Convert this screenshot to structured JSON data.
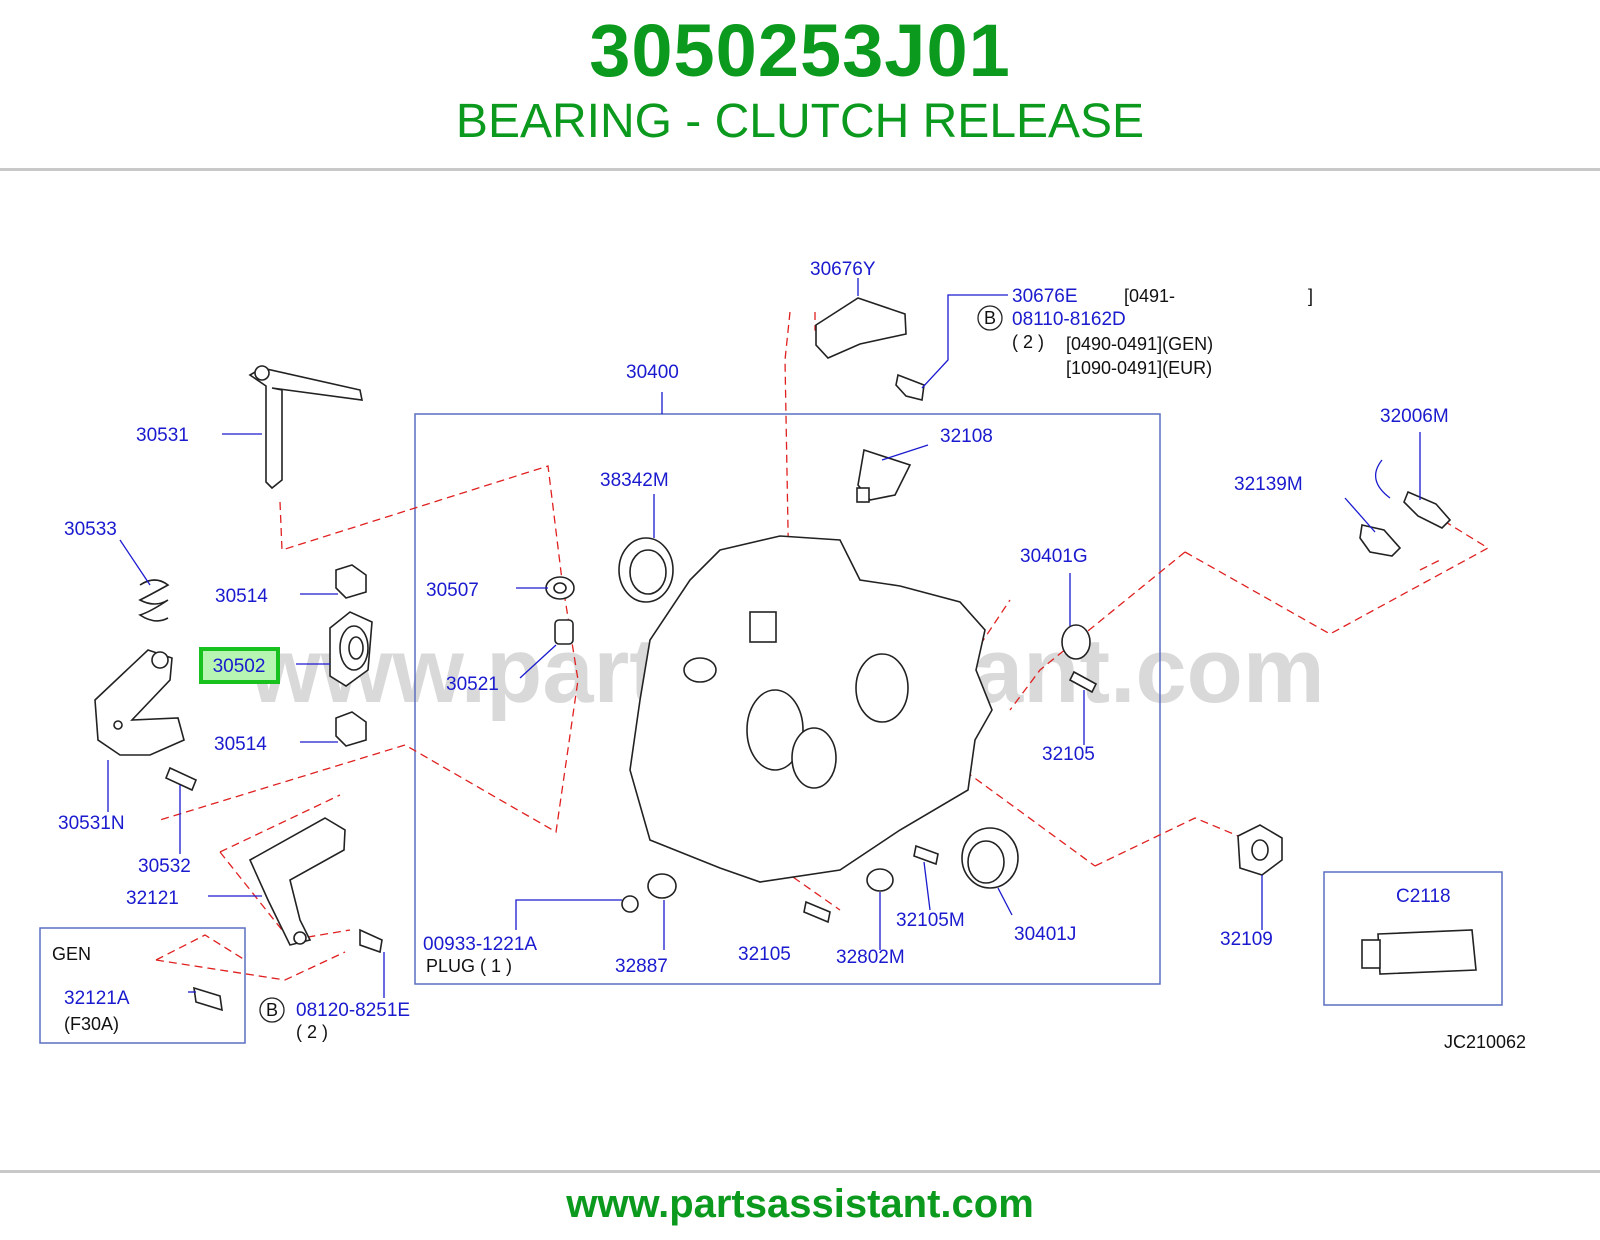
{
  "header": {
    "part_number": "3050253J01",
    "part_name": "BEARING - CLUTCH RELEASE"
  },
  "diagram": {
    "watermark": "www.partsassistant.com",
    "drawing_code": "JC210062",
    "highlighted_part": "30502",
    "callouts": {
      "c30676Y": "30676Y",
      "c30676E": "30676E",
      "c30676E_range": "[0491-",
      "c30676E_range_close": "]",
      "c08110": "08110-8162D",
      "c08110_qty": "( 2 )",
      "c08110_range_gen": "[0490-0491](GEN)",
      "c08110_range_eur": "[1090-0491](EUR)",
      "c30400": "30400",
      "c30531": "30531",
      "c32108": "32108",
      "c32006M": "32006M",
      "c38342M": "38342M",
      "c32139M": "32139M",
      "c30533": "30533",
      "c30401G": "30401G",
      "c30514a": "30514",
      "c30507": "30507",
      "c30502": "30502",
      "c30521": "30521",
      "c32105a": "32105",
      "c30514b": "30514",
      "c30531N": "30531N",
      "c30532": "30532",
      "c32121": "32121",
      "c32105M": "32105M",
      "c30401J": "30401J",
      "c32109": "32109",
      "c00933": "00933-1221A",
      "c_plug": "PLUG ( 1 )",
      "c32887": "32887",
      "c32105b": "32105",
      "c32802M": "32802M",
      "c_gen": "GEN",
      "c32121A": "32121A",
      "c_f30a": "(F30A)",
      "c08120": "08120-8251E",
      "c08120_qty": "( 2 )",
      "cC2118": "C2118",
      "b_marker_1": "B",
      "b_marker_2": "B"
    }
  },
  "footer": {
    "url": "www.partsassistant.com"
  },
  "colors": {
    "brand_green": "#0b9a1d",
    "callout_blue": "#1a1acf",
    "dashed_red": "#e02020",
    "highlight_green": "#17c21f"
  }
}
